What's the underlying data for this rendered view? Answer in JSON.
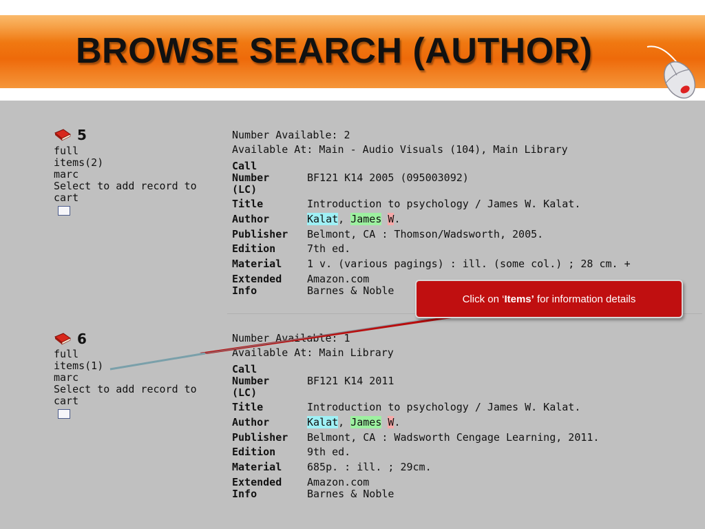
{
  "slide": {
    "title": "BROWSE SEARCH (AUTHOR)"
  },
  "records": [
    {
      "number": "5",
      "links": {
        "full": "full",
        "items": "items(2)",
        "marc": "marc",
        "cart_line1": "Select to add record to",
        "cart_line2": "cart"
      },
      "number_available": "Number Available: 2",
      "available_at": "Available At: Main - Audio Visuals (104), Main Library",
      "call_number_label_1": "Call",
      "call_number_label_2": "Number",
      "call_number_label_3": "(LC)",
      "call_number": "BF121 K14 2005 (095003092)",
      "title_label": "Title",
      "title": "Introduction to psychology / James W. Kalat.",
      "author_label": "Author",
      "author_last": "Kalat",
      "author_first": "James",
      "author_initial": "W",
      "publisher_label": "Publisher",
      "publisher": "Belmont, CA : Thomson/Wadsworth, 2005.",
      "edition_label": "Edition",
      "edition": "7th ed.",
      "material_label": "Material",
      "material": "1 v. (various pagings) : ill. (some col.) ; 28 cm. +",
      "extended_label_1": "Extended",
      "extended_label_2": "Info",
      "extended_1": "Amazon.com",
      "extended_2": "Barnes & Noble"
    },
    {
      "number": "6",
      "links": {
        "full": "full",
        "items": "items(1)",
        "marc": "marc",
        "cart_line1": "Select to add record to",
        "cart_line2": "cart"
      },
      "number_available": "Number Available: 1",
      "available_at": "Available At: Main Library",
      "call_number_label_1": "Call",
      "call_number_label_2": "Number",
      "call_number_label_3": "(LC)",
      "call_number": "BF121 K14 2011",
      "title_label": "Title",
      "title": "Introduction to psychology / James W. Kalat.",
      "author_label": "Author",
      "author_last": "Kalat",
      "author_first": "James",
      "author_initial": "W",
      "publisher_label": "Publisher",
      "publisher": "Belmont, CA : Wadsworth Cengage Learning, 2011.",
      "edition_label": "Edition",
      "edition": "9th ed.",
      "material_label": "Material",
      "material": "685p. : ill. ; 29cm.",
      "extended_label_1": "Extended",
      "extended_label_2": "Info",
      "extended_1": "Amazon.com",
      "extended_2": "Barnes & Noble"
    }
  ],
  "callout": {
    "prefix": "Click  on ‘",
    "bold": "Items’",
    "suffix": "  for  information details"
  },
  "colors": {
    "banner": "#f07a12",
    "callout": "#c00f10",
    "screen": "#c0c0c0",
    "highlight_last": "#9ff0f5",
    "highlight_first": "#9df0a0",
    "highlight_initial": "#f5a9a9"
  },
  "icons": {
    "record": "book-icon",
    "decor": "computer-mouse-icon"
  }
}
